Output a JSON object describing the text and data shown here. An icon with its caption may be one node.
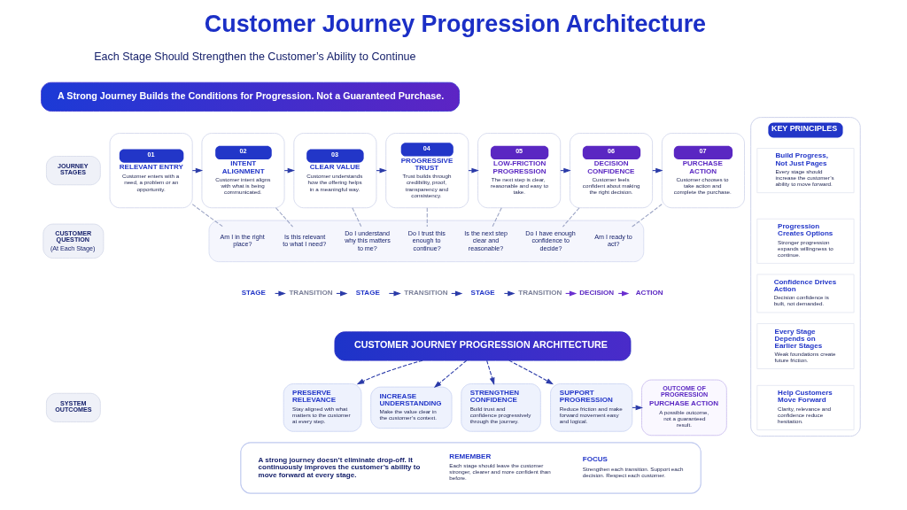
{
  "diagram": {
    "title": "Customer Journey Progression Architecture",
    "nodes": [
      {
        "text": [
          "A Strong Journey Builds the Conditions for Progression. Not a Guaranteed Purchase."
        ]
      },
      {
        "text": [
          "JOURNEY STAGES"
        ]
      },
      {
        "text": [
          "01",
          "RELEVANT ENTRY",
          "Customer enters with a need, a problem or an opportunity."
        ]
      },
      {
        "text": [
          "02",
          "INTENT ALIGNMENT",
          "Customer intent aligns with what is being communicated."
        ]
      },
      {
        "text": [
          "03",
          "CLEAR VALUE",
          "Customer understands how the offering helps in a meaningful way."
        ]
      },
      {
        "text": [
          "04",
          "PROGRESSIVE TRUST",
          "Trust builds through credibility, proof, transparency and consistency."
        ]
      },
      {
        "text": [
          "05",
          "LOW-FRICTION PROGRESSION",
          "The next step is clear, reasonable and easy to take."
        ]
      },
      {
        "text": [
          "06",
          "DECISION CONFIDENCE",
          "Customer feels confident about making the right decision."
        ]
      },
      {
        "text": [
          "07",
          "PURCHASE ACTION",
          "Customer chooses to take action and complete the purchase."
        ]
      },
      {
        "text": [
          "CUSTOMER QUESTION",
          "(At Each Stage)"
        ]
      },
      {
        "text": [],
        "shape": "box"
      },
      {
        "text": [
          "Am I in the right place?"
        ],
        "in": 10
      },
      {
        "text": [
          "Is this relevant to what I need?"
        ],
        "in": 10
      },
      {
        "text": [
          "Do I understand why this matters to me?"
        ],
        "in": 10
      },
      {
        "text": [
          "Do I trust this enough to continue?"
        ],
        "in": 10
      },
      {
        "text": [
          "Is the next step clear and reasonable?"
        ],
        "in": 10
      },
      {
        "text": [
          "Do I have enough confidence to decide?"
        ],
        "in": 10
      },
      {
        "text": [
          "Am I ready to act?"
        ],
        "in": 10
      },
      {
        "text": [
          "STAGE"
        ]
      },
      {
        "text": [
          "TRANSITION"
        ]
      },
      {
        "text": [
          "STAGE"
        ]
      },
      {
        "text": [
          "TRANSITION"
        ]
      },
      {
        "text": [
          "STAGE"
        ]
      },
      {
        "text": [
          "TRANSITION"
        ]
      },
      {
        "text": [
          "DECISION"
        ]
      },
      {
        "text": [
          "ACTION"
        ]
      },
      {
        "text": [
          "CUSTOMER JOURNEY PROGRESSION ARCHITECTURE"
        ]
      },
      {
        "text": [
          "SYSTEM OUTCOMES"
        ]
      },
      {
        "text": [
          "PRESERVE RELEVANCE",
          "Stay aligned with what matters to the customer at every step."
        ]
      },
      {
        "text": [
          "INCREASE UNDERSTANDING",
          "Make the value clear in the customer’s context."
        ]
      },
      {
        "text": [
          "STRENGTHEN CONFIDENCE",
          "Build trust and confidence progressively through the journey."
        ]
      },
      {
        "text": [
          "SUPPORT PROGRESSION",
          "Reduce friction and make forward movement easy and logical."
        ]
      },
      {
        "text": [
          "OUTCOME OF PROGRESSION",
          "PURCHASE ACTION",
          "A possible outcome, not a guaranteed result."
        ]
      },
      {
        "text": [
          "KEY PRINCIPLES"
        ]
      },
      {
        "text": [
          "Build Progress, Not Just Pages",
          "Every stage should increase the customer’s ability to move forward."
        ],
        "in": 33
      },
      {
        "text": [
          "Progression Creates Options",
          "Stronger progression expands willingness to continue."
        ],
        "in": 33
      },
      {
        "text": [
          "Confidence Drives Action",
          "Decision confidence is built, not demanded."
        ],
        "in": 33
      },
      {
        "text": [
          "Every Stage Depends on Earlier Stages",
          "Weak foundations create future friction."
        ],
        "in": 33
      },
      {
        "text": [
          "Help Customers Move Forward",
          "Clarity, relevance and confidence reduce hesitation."
        ],
        "in": 33
      },
      {
        "text": [],
        "shape": "box"
      },
      {
        "text": [
          "A strong journey doesn’t eliminate drop-off. It continuously improves the customer’s ability to move forward at every stage."
        ],
        "in": 39
      },
      {
        "text": [
          "REMEMBER",
          "Each stage should leave the customer stronger, clearer and more confident than before."
        ],
        "in": 39
      },
      {
        "text": [
          "FOCUS",
          "Strengthen each transition. Support each decision. Respect each customer."
        ],
        "in": 39
      }
    ],
    "edges": [
      {
        "from": 2,
        "to": 3,
        "arrow": "to"
      },
      {
        "from": 3,
        "to": 4,
        "arrow": "to"
      },
      {
        "from": 4,
        "to": 5,
        "arrow": "to"
      },
      {
        "from": 5,
        "to": 6,
        "arrow": "to"
      },
      {
        "from": 6,
        "to": 7,
        "arrow": "to"
      },
      {
        "from": 7,
        "to": 8,
        "arrow": "to"
      },
      {
        "from": 2,
        "to": 11,
        "arrow": "none",
        "style": "dashed",
        "color": "#9aa3c4"
      },
      {
        "from": 3,
        "to": 12,
        "arrow": "none",
        "style": "dashed",
        "color": "#9aa3c4"
      },
      {
        "from": 4,
        "to": 13,
        "arrow": "none",
        "style": "dashed",
        "color": "#9aa3c4"
      },
      {
        "from": 5,
        "to": 14,
        "arrow": "none",
        "style": "dashed",
        "color": "#9aa3c4"
      },
      {
        "from": 6,
        "to": 15,
        "arrow": "none",
        "style": "dashed",
        "color": "#9aa3c4"
      },
      {
        "from": 7,
        "to": 16,
        "arrow": "none",
        "style": "dashed",
        "color": "#9aa3c4"
      },
      {
        "from": 8,
        "to": 17,
        "arrow": "none",
        "style": "dashed",
        "color": "#9aa3c4"
      },
      {
        "from": 18,
        "to": 19,
        "arrow": "to"
      },
      {
        "from": 19,
        "to": 20,
        "arrow": "to"
      },
      {
        "from": 20,
        "to": 21,
        "arrow": "to"
      },
      {
        "from": 21,
        "to": 22,
        "arrow": "to"
      },
      {
        "from": 22,
        "to": 23,
        "arrow": "to"
      },
      {
        "from": 23,
        "to": 24,
        "arrow": "to",
        "color": "#6a2fd0"
      },
      {
        "from": 24,
        "to": 25,
        "arrow": "to",
        "style": "dashed",
        "color": "#6a2fd0"
      },
      {
        "from": 26,
        "to": 28,
        "arrow": "to",
        "style": "dashed"
      },
      {
        "from": 26,
        "to": 29,
        "arrow": "to",
        "style": "dashed"
      },
      {
        "from": 26,
        "to": 30,
        "arrow": "to",
        "style": "dashed"
      },
      {
        "from": 26,
        "to": 31,
        "arrow": "to",
        "style": "dashed"
      },
      {
        "from": 31,
        "to": 32,
        "arrow": "to",
        "style": "dashed"
      }
    ],
    "labels": [
      "Each Stage Should Strengthen the Customer’s Ability to Continue"
    ]
  }
}
